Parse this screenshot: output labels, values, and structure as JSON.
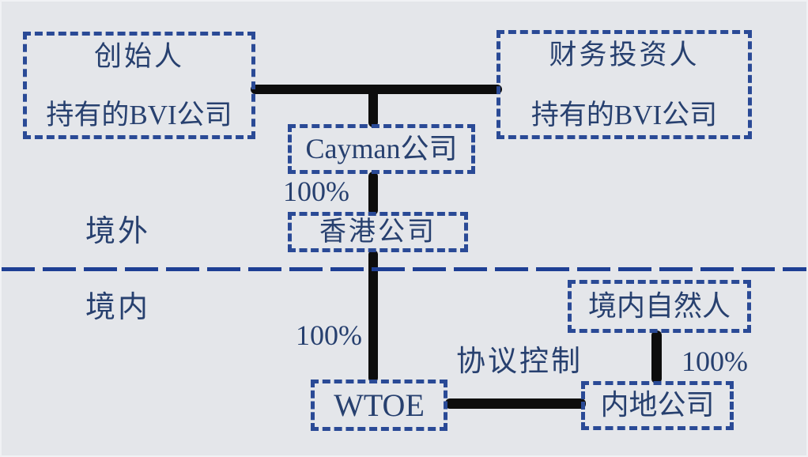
{
  "diagram": {
    "region_labels": {
      "offshore": "境外",
      "onshore": "境内"
    },
    "nodes": {
      "founder_bvi": {
        "line1": "创始人",
        "line2": "持有的BVI公司"
      },
      "investor_bvi": {
        "line1": "财务投资人",
        "line2": "持有的BVI公司"
      },
      "cayman": {
        "label": "Cayman公司"
      },
      "hongkong": {
        "label": "香港公司"
      },
      "wtoe": {
        "label": "WTOE"
      },
      "domestic_person": {
        "label": "境内自然人"
      },
      "mainland": {
        "label": "内地公司"
      }
    },
    "edges": {
      "cayman_to_hongkong_percent": "100%",
      "hongkong_to_wtoe_percent": "100%",
      "person_to_mainland_percent": "100%",
      "contract_control": "协议控制"
    },
    "colors": {
      "box_border_blue": "#2a4a96",
      "text_navy": "#27406f",
      "divider_blue": "#1e3f94",
      "connector_black": "#0d0d0d",
      "background": "#e4e6ea"
    }
  }
}
